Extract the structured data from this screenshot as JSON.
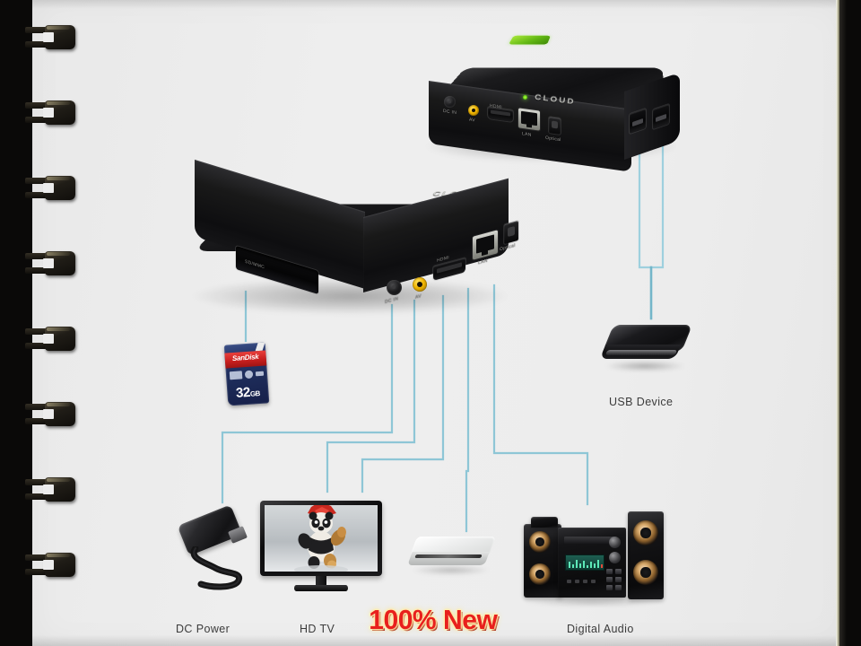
{
  "page": {
    "background_color": "#ececec",
    "frame_color": "#0a0908",
    "binding_ring_count": 8
  },
  "banner": {
    "text": "100% New",
    "color": "#e8201d",
    "outline_color": "#ffe9a8"
  },
  "devices": {
    "top_player": {
      "name": "Media Player (rear/USB view)",
      "brand_text": "CLOUD",
      "ports": [
        {
          "id": "dc-in",
          "label": "DC IN",
          "type": "barrel"
        },
        {
          "id": "av",
          "label": "AV",
          "type": "rca-yellow"
        },
        {
          "id": "hdmi",
          "label": "HDMI",
          "type": "hdmi"
        },
        {
          "id": "lan",
          "label": "LAN",
          "type": "rj45"
        },
        {
          "id": "optical",
          "label": "Optical",
          "type": "optical"
        },
        {
          "id": "usb1",
          "label": "USB",
          "type": "usb"
        },
        {
          "id": "usb2",
          "label": "USB",
          "type": "usb"
        }
      ]
    },
    "main_player": {
      "name": "Media Player (front/side view)",
      "brand_text": "CLOUD",
      "card_slot_label": "SD/MMC",
      "ports": [
        {
          "id": "dc-in",
          "label": "DC IN",
          "type": "barrel"
        },
        {
          "id": "av",
          "label": "AV",
          "type": "rca-yellow"
        },
        {
          "id": "hdmi",
          "label": "HDMI",
          "type": "hdmi"
        },
        {
          "id": "lan",
          "label": "LAN",
          "type": "rj45"
        },
        {
          "id": "optical",
          "label": "Optical",
          "type": "optical"
        }
      ]
    }
  },
  "sd_card": {
    "brand": "SanDisk",
    "capacity_number": "32",
    "capacity_unit": "GB",
    "body_color": "#1d2b58",
    "band_color": "#c9201f"
  },
  "peripherals": [
    {
      "id": "usb-device",
      "label": "USB Device",
      "icon": "external-hard-drive-icon"
    },
    {
      "id": "dc-power",
      "label": "DC Power",
      "icon": "power-adapter-icon"
    },
    {
      "id": "hd-tv",
      "label": "HD TV",
      "icon": "television-icon"
    },
    {
      "id": "network-router",
      "label": "",
      "icon": "router-icon"
    },
    {
      "id": "digital-audio",
      "label": "Digital Audio",
      "icon": "speaker-system-icon"
    }
  ],
  "wires": {
    "color": "#86bfd0",
    "color_light": "#a9d6e3",
    "connections": [
      {
        "from": "main.sd-slot",
        "to": "sd-card"
      },
      {
        "from": "main.dc-in",
        "to": "dc-power"
      },
      {
        "from": "main.av",
        "to": "hd-tv"
      },
      {
        "from": "main.hdmi",
        "to": "hd-tv"
      },
      {
        "from": "main.lan",
        "to": "network-router"
      },
      {
        "from": "main.optical",
        "to": "digital-audio"
      },
      {
        "from": "top.usb1",
        "to": "usb-device"
      },
      {
        "from": "top.usb2",
        "to": "usb-device"
      }
    ]
  }
}
